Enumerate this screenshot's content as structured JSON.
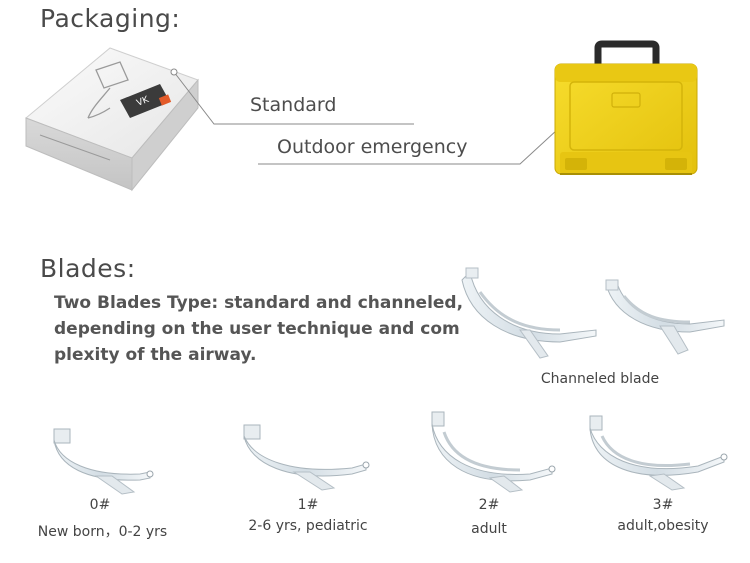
{
  "packaging": {
    "heading": "Packaging:",
    "option_standard": "Standard",
    "option_outdoor": "Outdoor emergency",
    "box_logo_text": "VK"
  },
  "blades": {
    "heading": "Blades:",
    "description_lines": [
      "Two Blades Type: standard and channeled,",
      "depending on the user technique and com",
      "plexity of the airway."
    ],
    "channeled_caption": "Channeled blade",
    "sizes": [
      {
        "number": "0#",
        "label": "New born，0-2 yrs"
      },
      {
        "number": "1#",
        "label": "2-6 yrs, pediatric"
      },
      {
        "number": "2#",
        "label": "adult"
      },
      {
        "number": "3#",
        "label": "adult,obesity"
      }
    ]
  },
  "colors": {
    "case_yellow": "#f2d11a",
    "box_white": "#f1f1f1",
    "leader_line": "#8a8a8a"
  }
}
